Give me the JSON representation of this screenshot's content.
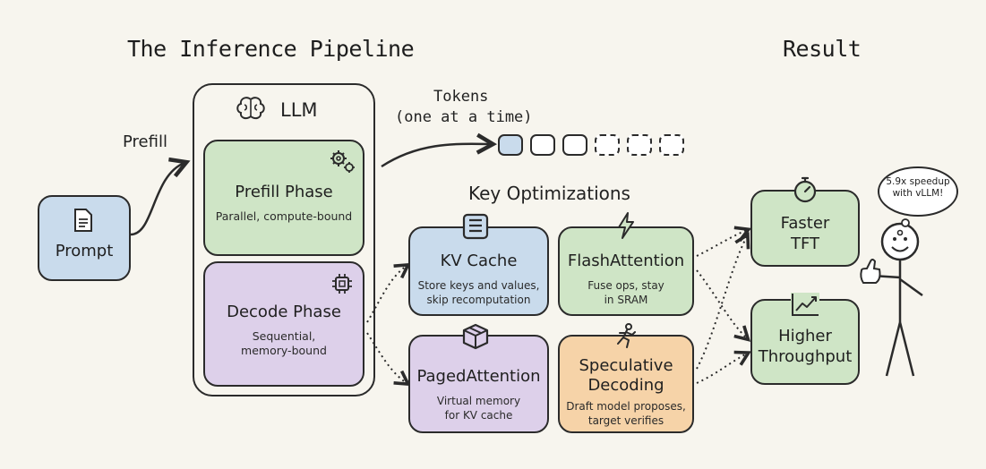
{
  "titles": {
    "left": "The Inference Pipeline",
    "right": "Result"
  },
  "prompt": {
    "label": "Prompt"
  },
  "prefill_arrow_label": "Prefill",
  "llm": {
    "label": "LLM"
  },
  "prefill_phase": {
    "title": "Prefill Phase",
    "subtitle": "Parallel, compute-bound"
  },
  "decode_phase": {
    "title": "Decode Phase",
    "subtitle": "Sequential,\nmemory-bound"
  },
  "tokens": {
    "label_line1": "Tokens",
    "label_line2": "(one at a time)",
    "count": 6,
    "filled": 1,
    "solid": 3
  },
  "optimizations": {
    "heading": "Key Optimizations",
    "kv_cache": {
      "title": "KV Cache",
      "subtitle": "Store keys and values,\nskip recomputation"
    },
    "flash_attention": {
      "title": "FlashAttention",
      "subtitle": "Fuse ops, stay\nin SRAM"
    },
    "paged_attention": {
      "title": "PagedAttention",
      "subtitle": "Virtual memory\nfor KV cache"
    },
    "speculative_decoding": {
      "title": "Speculative\nDecoding",
      "subtitle": "Draft model proposes,\ntarget verifies"
    }
  },
  "results": {
    "faster_tft": "Faster\nTFT",
    "higher_throughput": "Higher\nThroughput"
  },
  "thought_bubble": "5.9x speedup\nwith vLLM!",
  "colors": {
    "blue": "#c9dbec",
    "green": "#cfe5c6",
    "purple": "#ddd0ea",
    "orange": "#f6d3a8",
    "ink": "#2b2b2b"
  }
}
